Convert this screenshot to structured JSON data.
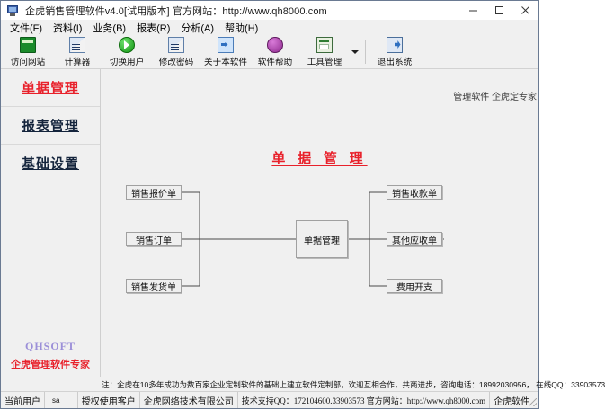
{
  "window": {
    "title": "企虎销售管理软件v4.0[试用版本] 官方网站：http://www.qh8000.com",
    "minimize_label": "−",
    "maximize_label": "□",
    "close_label": "✕"
  },
  "menu": {
    "items": [
      {
        "label": "文件(F)"
      },
      {
        "label": "资料(I)"
      },
      {
        "label": "业务(B)"
      },
      {
        "label": "报表(R)"
      },
      {
        "label": "分析(A)"
      },
      {
        "label": "帮助(H)"
      }
    ]
  },
  "toolbar": {
    "buttons": [
      {
        "label": "访问网站",
        "icon": "website-icon"
      },
      {
        "label": "计算器",
        "icon": "calculator-icon"
      },
      {
        "label": "切换用户",
        "icon": "switch-user-icon"
      },
      {
        "label": "修改密码",
        "icon": "change-password-icon"
      },
      {
        "label": "关于本软件",
        "icon": "about-icon"
      },
      {
        "label": "软件帮助",
        "icon": "help-icon"
      },
      {
        "label": "工具管理",
        "icon": "tools-icon"
      }
    ],
    "dropdown_icon": "chevron-down-icon",
    "exit": {
      "label": "退出系统",
      "icon": "exit-icon"
    }
  },
  "sidebar": {
    "items": [
      {
        "label": "单据管理",
        "active": true
      },
      {
        "label": "报表管理",
        "active": false
      },
      {
        "label": "基础设置",
        "active": false
      }
    ],
    "brand": {
      "logo_text": "QHSOFT",
      "slogan": "企虎管理软件专家",
      "logo_color": "#9b8fd8",
      "slogan_color": "#e8212b"
    }
  },
  "content": {
    "corner_note": "管理软件 企虎定专家",
    "page_title": "单 据 管 理",
    "page_title_color": "#e8212b",
    "flowchart": {
      "center": "单据管理",
      "left_nodes": [
        "销售报价单",
        "销售订单",
        "销售发货单"
      ],
      "right_nodes": [
        "销售收款单",
        "其他应收单",
        "费用开支"
      ]
    }
  },
  "note": {
    "text": "注：企虎在10多年成功为数百家企业定制软件的基础上建立软件定制部，欢迎互相合作，共商进步，咨询电话：18992030956， 在线QQ：33903573"
  },
  "statusbar": {
    "current_user_label": "当前用户",
    "current_user_value": "sa",
    "license_label": "授权使用客户",
    "license_value": "企虎网络技术有限公司",
    "support_text": "技术支持QQ：172104600.33903573 官方网站：http://www.qh8000.com",
    "brand": "企虎软件"
  }
}
